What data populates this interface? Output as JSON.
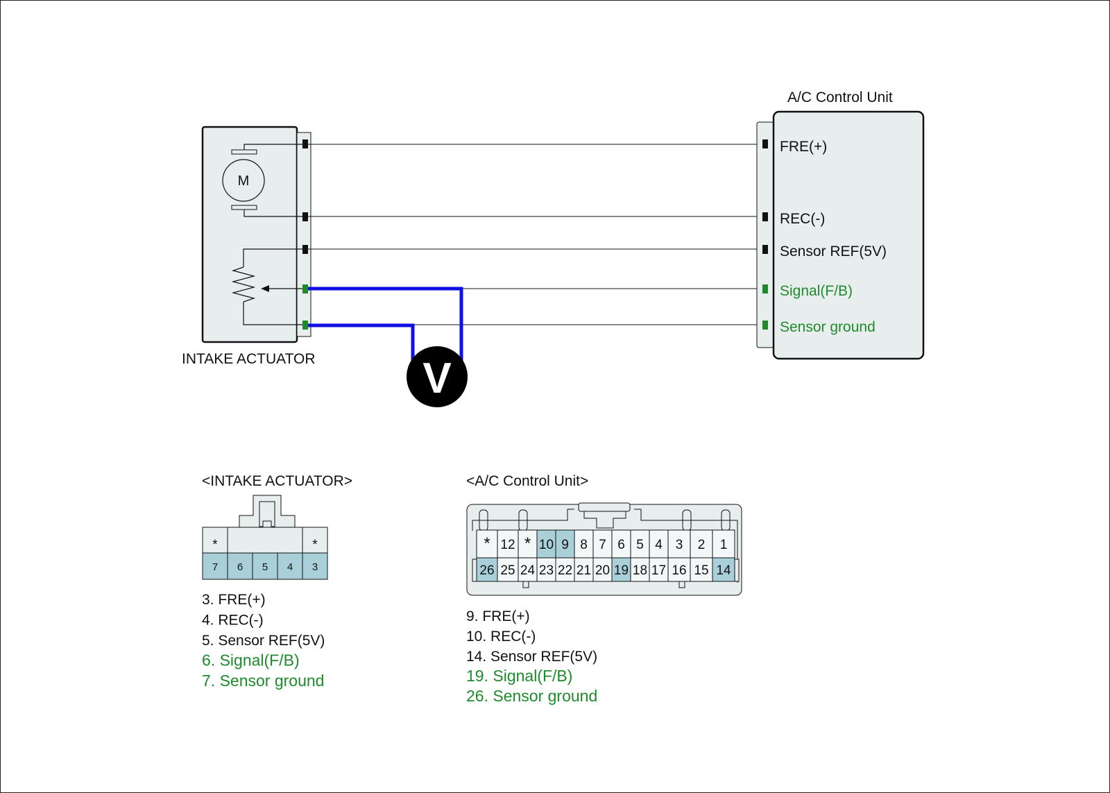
{
  "colors": {
    "box_fill": "#e8eeee",
    "pin_highlight": "#a9d0d8",
    "probe_wire": "#1010e6",
    "signal_green": "#1e8a2c",
    "meter_fill": "#000000"
  },
  "actuator": {
    "title": "INTAKE ACTUATOR",
    "motor_label": "M"
  },
  "control_unit": {
    "title": "A/C Control Unit",
    "pins": [
      "FRE(+)",
      "REC(-)",
      "Sensor REF(5V)",
      "Signal(F/B)",
      "Sensor ground"
    ]
  },
  "meter": {
    "symbol": "V",
    "icon": "voltmeter-icon"
  },
  "connector_actuator": {
    "header": "<INTAKE ACTUATOR>",
    "top_marks": [
      "*",
      "*"
    ],
    "pins": [
      "7",
      "6",
      "5",
      "4",
      "3"
    ],
    "highlighted": [
      "7",
      "6",
      "5",
      "4",
      "3"
    ],
    "legend": [
      {
        "text": "3. FRE(+)",
        "green": false
      },
      {
        "text": "4. REC(-)",
        "green": false
      },
      {
        "text": "5. Sensor REF(5V)",
        "green": false
      },
      {
        "text": "6. Signal(F/B)",
        "green": true
      },
      {
        "text": "7. Sensor ground",
        "green": true
      }
    ]
  },
  "connector_acu": {
    "header": "<A/C Control Unit>",
    "row1": [
      "*",
      "12",
      "*",
      "10",
      "9",
      "8",
      "7",
      "6",
      "5",
      "4",
      "3",
      "2",
      "1"
    ],
    "row2": [
      "26",
      "25",
      "24",
      "23",
      "22",
      "21",
      "20",
      "19",
      "18",
      "17",
      "16",
      "15",
      "14"
    ],
    "highlighted": [
      "10",
      "9",
      "26",
      "19",
      "14"
    ],
    "legend": [
      {
        "text": "9. FRE(+)",
        "green": false
      },
      {
        "text": "10. REC(-)",
        "green": false
      },
      {
        "text": "14. Sensor REF(5V)",
        "green": false
      },
      {
        "text": "19. Signal(F/B)",
        "green": true
      },
      {
        "text": "26. Sensor ground",
        "green": true
      }
    ]
  }
}
